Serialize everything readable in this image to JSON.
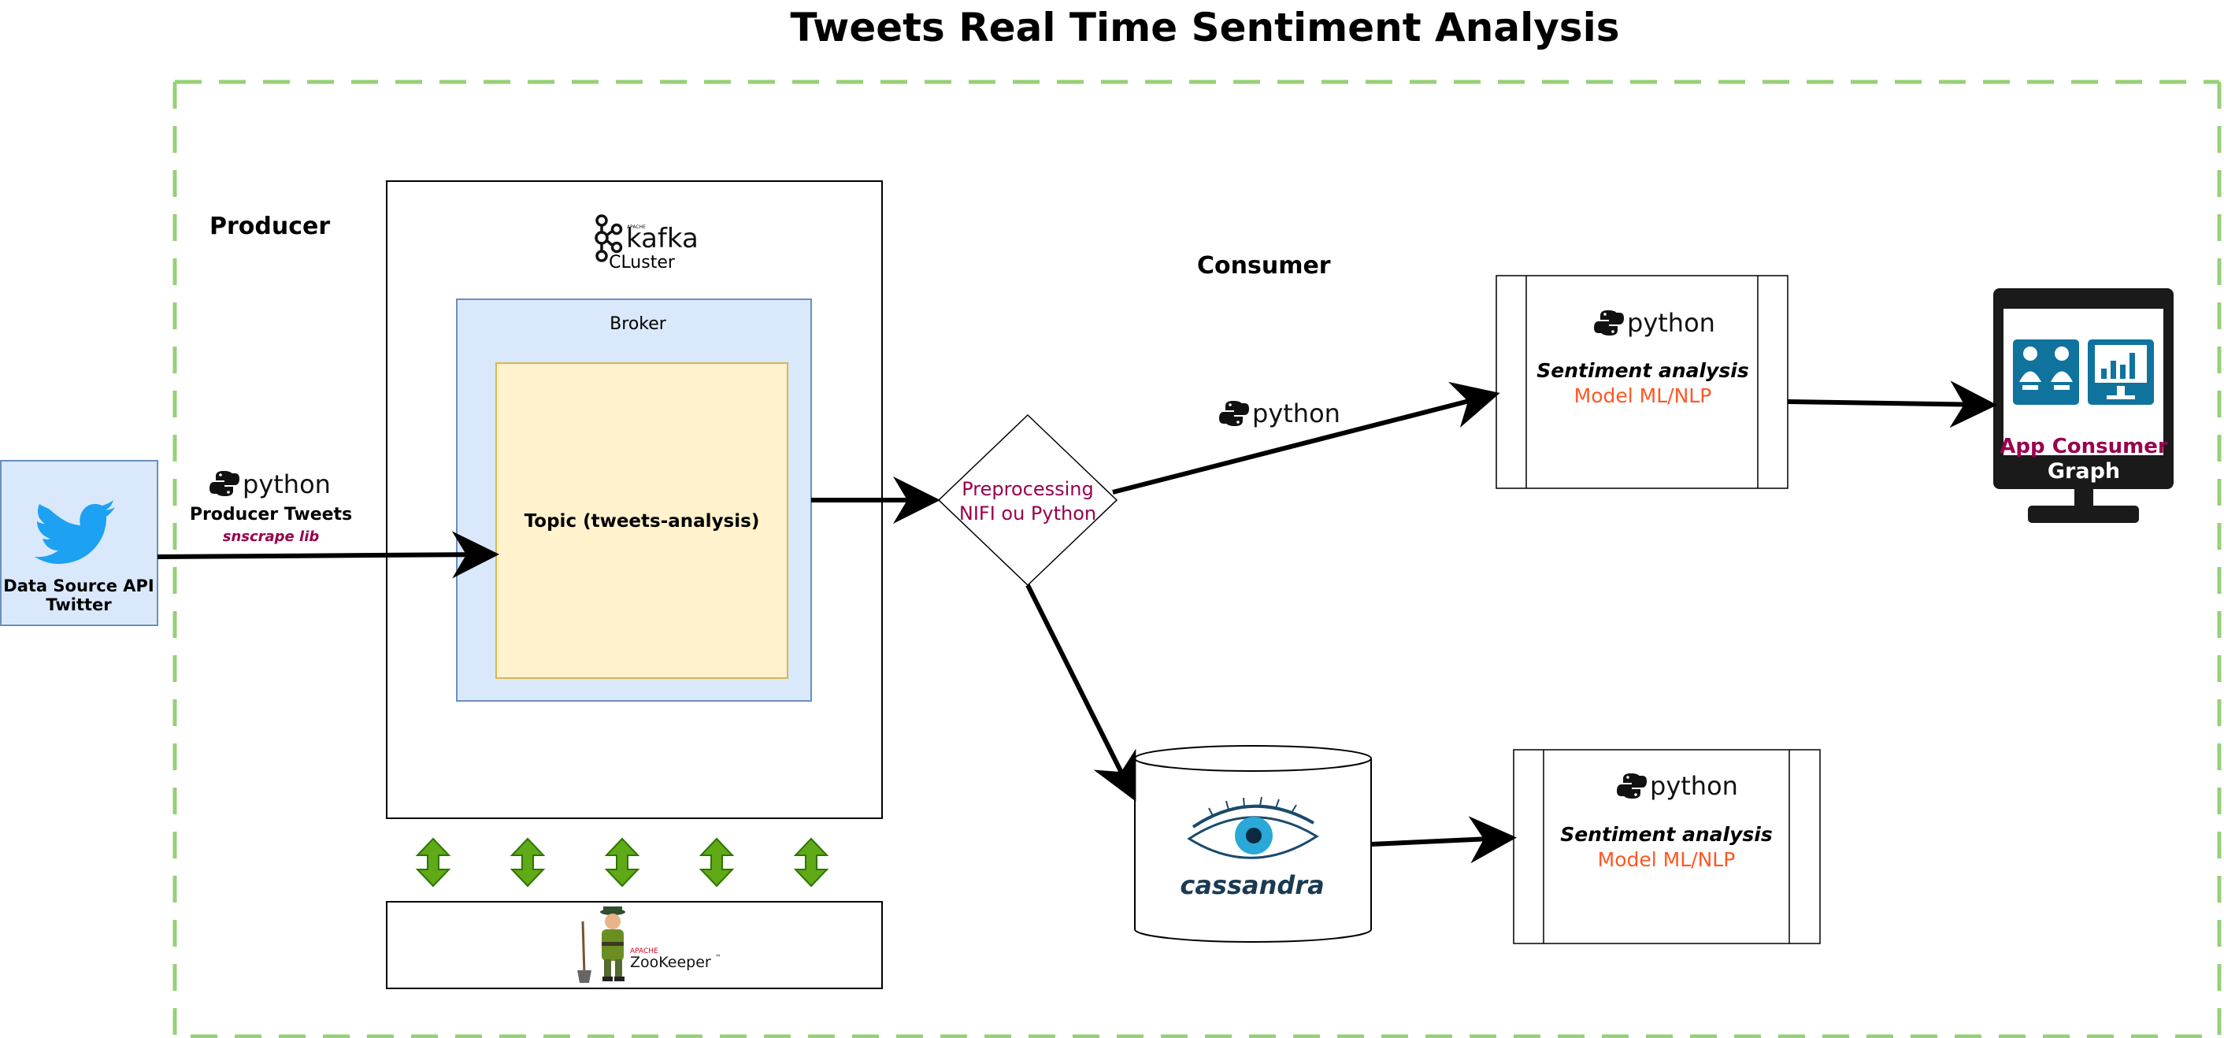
{
  "title": "Tweets Real Time Sentiment Analysis",
  "producer": {
    "section_label": "Producer",
    "python_label": "python",
    "caption": "Producer Tweets",
    "library": "snscrape lib"
  },
  "data_source": {
    "line1": "Data Source API",
    "line2": "Twitter"
  },
  "kafka": {
    "logo_small": "APACHE",
    "logo_text": "kafka",
    "cluster_label": "CLuster",
    "broker_label": "Broker",
    "topic_label": "Topic (tweets-analysis)"
  },
  "zookeeper": {
    "small_label": "APACHE",
    "name": "ZooKeeper",
    "tm": "™"
  },
  "preprocessing": {
    "line1": "Preprocessing",
    "line2": "NIFI ou Python"
  },
  "consumer": {
    "section_label": "Consumer",
    "python_label": "python"
  },
  "model_top": {
    "python_label": "python",
    "title": "Sentiment analysis",
    "subtitle": "Model ML/NLP"
  },
  "model_bottom": {
    "python_label": "python",
    "title": "Sentiment analysis",
    "subtitle": "Model ML/NLP"
  },
  "cassandra": {
    "label": "cassandra"
  },
  "app": {
    "title": "App Consumer",
    "subtitle": "Graph"
  },
  "colors": {
    "dashed_border": "#97d077",
    "twitter_blue": "#1da1f2",
    "source_fill": "#dae8fc",
    "broker_fill": "#dae8fc",
    "broker_stroke": "#6c8ebf",
    "topic_fill": "#fff2cc",
    "topic_stroke": "#d6b656",
    "maroon": "#99004d",
    "orange": "#ff5722",
    "zk_arrow": "#60a917",
    "monitor_dark": "#1a1a1a",
    "monitor_teal": "#10739e"
  }
}
